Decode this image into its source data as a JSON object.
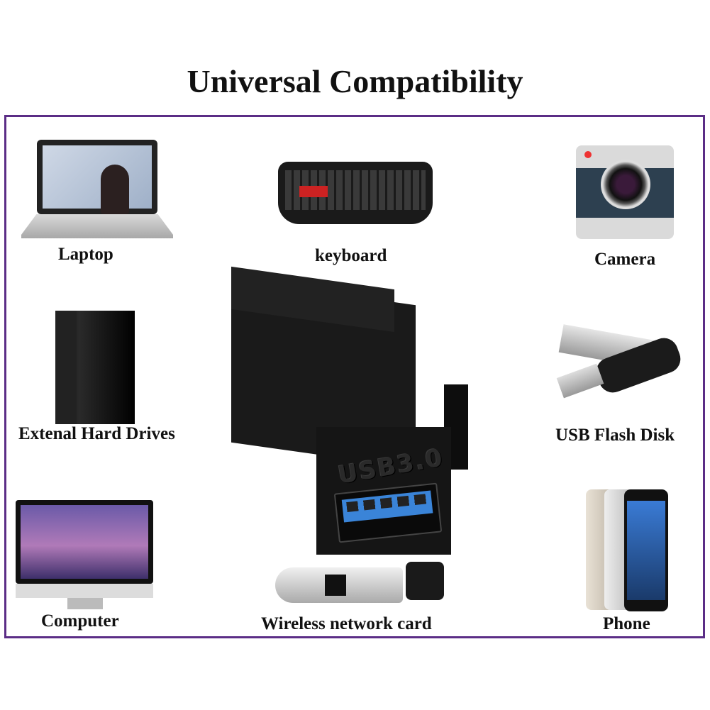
{
  "title": "Universal Compatibility",
  "accent_color": "#5b2d86",
  "product": {
    "port_label": "USB3.0",
    "port_color": "#3a84d8"
  },
  "devices": [
    {
      "name": "laptop",
      "label": "Laptop"
    },
    {
      "name": "keyboard",
      "label": "keyboard"
    },
    {
      "name": "camera",
      "label": "Camera"
    },
    {
      "name": "external-hard-drive",
      "label": "Extenal Hard Drives"
    },
    {
      "name": "usb-flash-disk",
      "label": "USB Flash Disk"
    },
    {
      "name": "computer",
      "label": "Computer"
    },
    {
      "name": "wireless-network-card",
      "label": "Wireless network card"
    },
    {
      "name": "phone",
      "label": "Phone"
    }
  ]
}
